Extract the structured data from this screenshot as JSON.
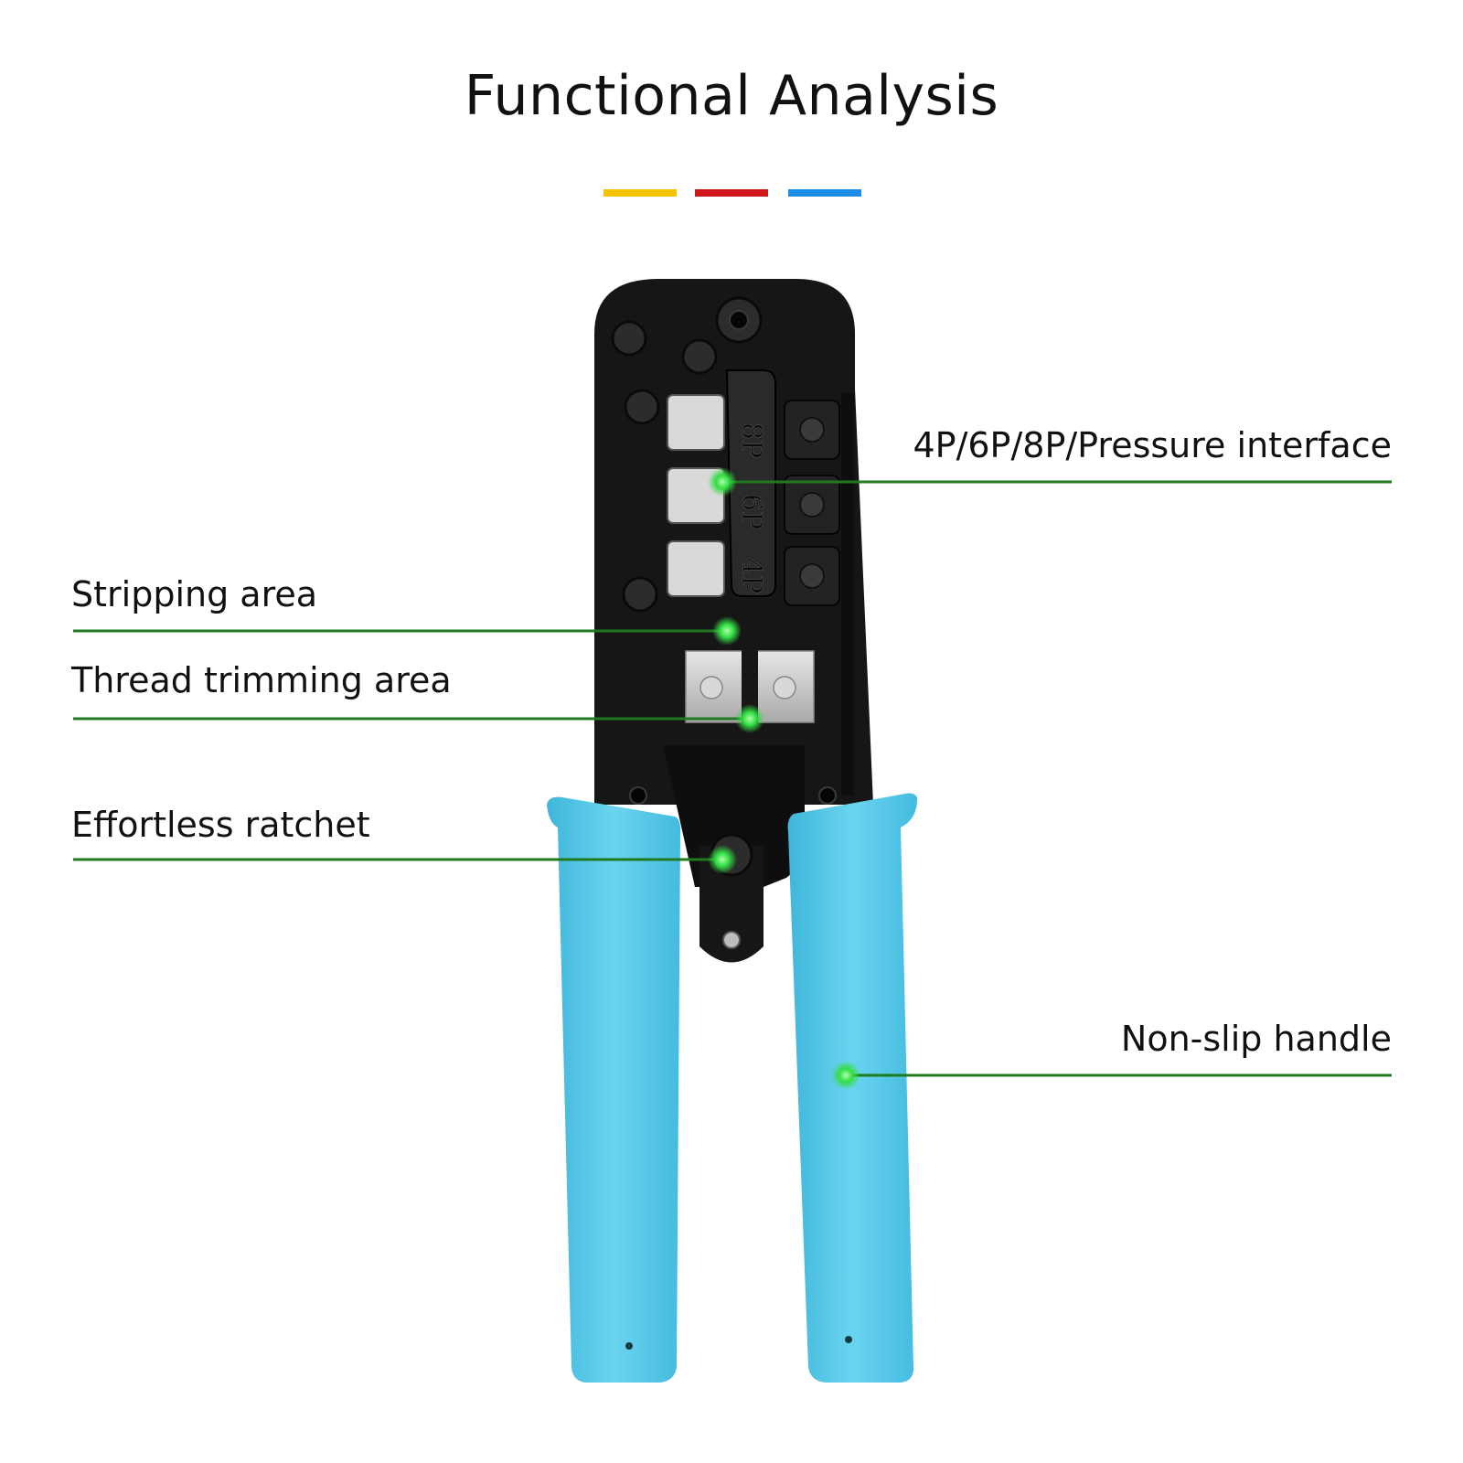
{
  "title": "Functional Analysis",
  "accent_colors": [
    "#f4c400",
    "#d0161b",
    "#1e8de8"
  ],
  "callout_color": "#1f7a1f",
  "marker_color": "#33dd44",
  "tool_colors": {
    "body": "#161616",
    "handle": "#55c8e8",
    "blade": "#cfcfcf"
  },
  "die_labels": [
    "8P",
    "6P",
    "4P"
  ],
  "callouts": {
    "pressure_interface": "4P/6P/8P/Pressure interface",
    "stripping_area": "Stripping area",
    "thread_trimming_area": "Thread trimming area",
    "effortless_ratchet": "Effortless ratchet",
    "non_slip_handle": "Non-slip handle"
  }
}
